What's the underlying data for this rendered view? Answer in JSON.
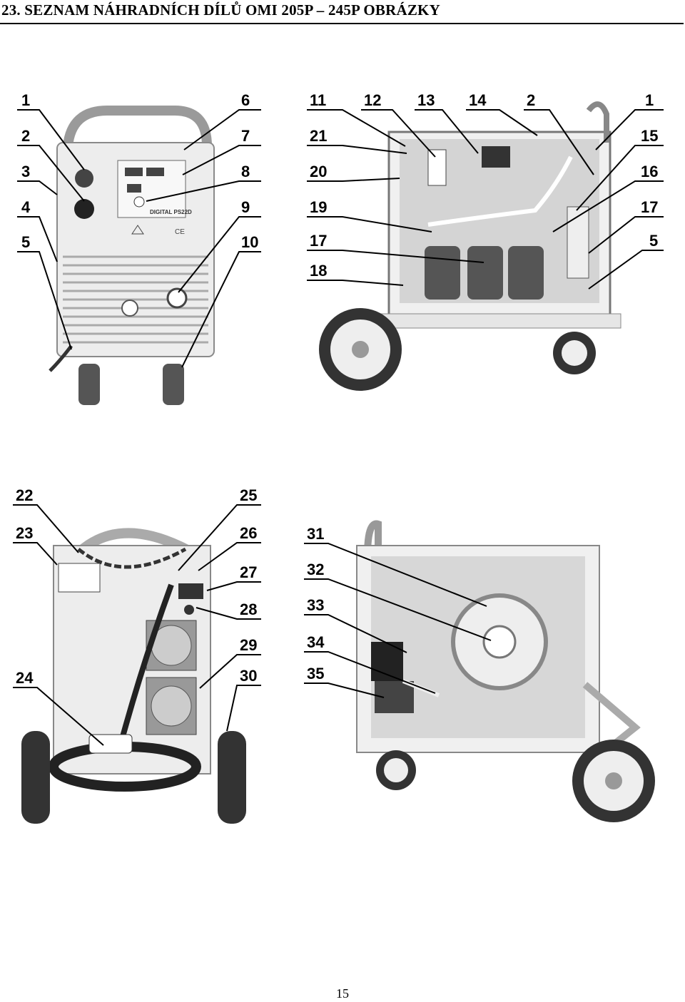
{
  "header": {
    "title": "23. SEZNAM NÁHRADNÍCH DÍLŮ OMI  205P – 245P  OBRÁZKY"
  },
  "figures": {
    "front": {
      "left_callouts": [
        "1",
        "2",
        "3",
        "4",
        "5"
      ],
      "right_callouts": [
        "6",
        "7",
        "8",
        "9",
        "10"
      ],
      "panel_display_text": "DIGITAL PS22D"
    },
    "side_open": {
      "left_callouts": [
        "11",
        "21",
        "20",
        "19",
        "17",
        "18"
      ],
      "top_callouts": [
        "12",
        "13",
        "14",
        "2",
        "1"
      ],
      "right_callouts": [
        "15",
        "16",
        "17",
        "5"
      ]
    },
    "rear": {
      "left_callouts": [
        "22",
        "23",
        "24"
      ],
      "right_callouts": [
        "25",
        "26",
        "27",
        "28",
        "29",
        "30"
      ]
    },
    "side_wire": {
      "left_callouts": [
        "31",
        "32",
        "33",
        "34",
        "35"
      ]
    }
  },
  "footer": {
    "page_number": "15"
  },
  "colors": {
    "text": "#000000",
    "machine_body": "#e8e8e8",
    "machine_edge": "#9a9a9a",
    "interior": "#cfcfcf"
  }
}
